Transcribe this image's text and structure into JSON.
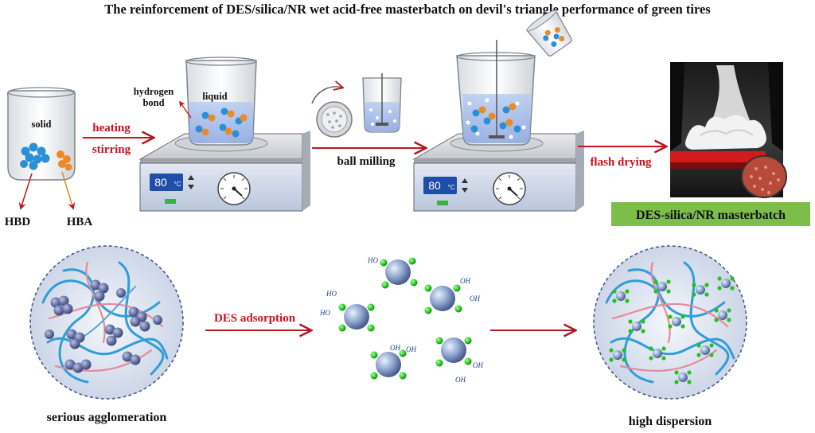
{
  "title": "The reinforcement of DES/silica/NR wet acid-free masterbatch on devil's triangle performance of green tires",
  "step1": {
    "beaker": "solid",
    "hbd": "HBD",
    "hba": "HBA"
  },
  "arrow1": {
    "top": "heating",
    "bottom": "stirring"
  },
  "step2": {
    "hydrogen_bond_line1": "hydrogen",
    "hydrogen_bond_line2": "bond",
    "beaker": "liquid",
    "display": "80",
    "unit": "°C"
  },
  "arrow2": {
    "label": "ball milling"
  },
  "step3": {
    "display": "80",
    "unit": "°C"
  },
  "arrow3": {
    "label": "flash drying"
  },
  "product": {
    "label": "DES-silica/NR masterbatch"
  },
  "bottom": {
    "left_label": "serious agglomeration",
    "arrow_label": "DES adsorption",
    "right_label": "high dispersion",
    "oh": "OH",
    "ho": "HO"
  },
  "colors": {
    "arrow": "#c8141e",
    "product_box": "#7dbe4a",
    "chain_blue": "#2f9ed8",
    "chain_pink": "#e58a9a",
    "silica": "#8fa6cf",
    "green_group": "#22c41b"
  }
}
